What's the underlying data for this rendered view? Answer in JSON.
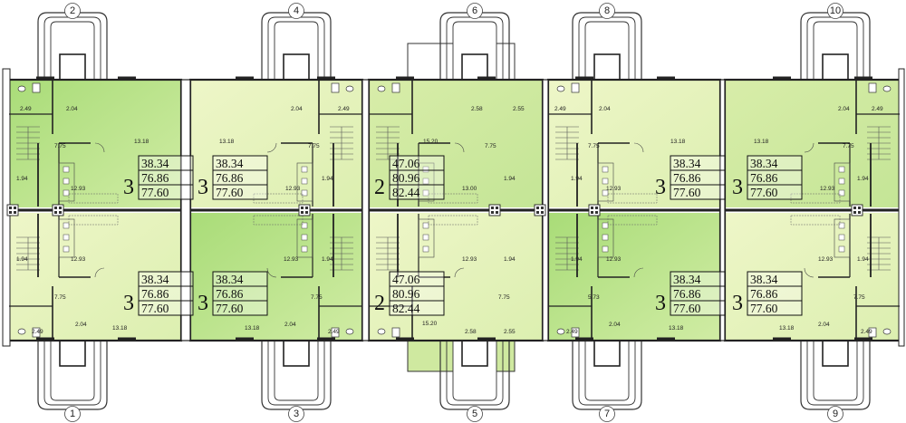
{
  "colors": {
    "green_light": "#e6f2b8",
    "green_mid": "#d2eaa2",
    "green_bright": "#b6e284",
    "wall": "#222222",
    "background": "#ffffff"
  },
  "entrance_labels": {
    "top": [
      "2",
      "4",
      "6",
      "8",
      "10"
    ],
    "bottom": [
      "1",
      "3",
      "5",
      "7",
      "9"
    ]
  },
  "apartments": [
    {
      "rooms": "3",
      "living": "38.34",
      "total": "76.86",
      "reduced": "77.60"
    },
    {
      "rooms": "3",
      "living": "38.34",
      "total": "76.86",
      "reduced": "77.60"
    },
    {
      "rooms": "2",
      "living": "47.06",
      "total": "80.96",
      "reduced": "82.44"
    },
    {
      "rooms": "3",
      "living": "38.34",
      "total": "76.86",
      "reduced": "77.60"
    },
    {
      "rooms": "3",
      "living": "38.34",
      "total": "76.86",
      "reduced": "77.60"
    },
    {
      "rooms": "3",
      "living": "38.34",
      "total": "76.86",
      "reduced": "77.60"
    },
    {
      "rooms": "3",
      "living": "38.34",
      "total": "76.86",
      "reduced": "77.60"
    },
    {
      "rooms": "2",
      "living": "47.06",
      "total": "80.96",
      "reduced": "82.44"
    },
    {
      "rooms": "3",
      "living": "38.34",
      "total": "76.86",
      "reduced": "77.60"
    },
    {
      "rooms": "3",
      "living": "38.34",
      "total": "76.86",
      "reduced": "77.60"
    }
  ],
  "dimensions": [
    "2.49",
    "2.04",
    "7.75",
    "13.18",
    "1.94",
    "12.93",
    "2.04",
    "2.49",
    "13.18",
    "7.75",
    "12.93",
    "1.94",
    "2.58",
    "2.55",
    "15.20",
    "7.75",
    "13.00",
    "1.94",
    "2.49",
    "2.04",
    "7.75",
    "13.18",
    "1.94",
    "12.93",
    "2.04",
    "2.49",
    "13.18",
    "7.75",
    "12.93",
    "1.94",
    "1.94",
    "12.93",
    "7.75",
    "2.49",
    "2.04",
    "13.18",
    "12.93",
    "1.94",
    "7.75",
    "2.04",
    "13.18",
    "2.49",
    "12.93",
    "1.94",
    "7.75",
    "15.20",
    "2.58",
    "2.55",
    "1.94",
    "12.93",
    "5.73",
    "2.49",
    "2.04",
    "13.18",
    "12.93",
    "1.94",
    "7.75",
    "2.04",
    "13.18",
    "2.49"
  ]
}
